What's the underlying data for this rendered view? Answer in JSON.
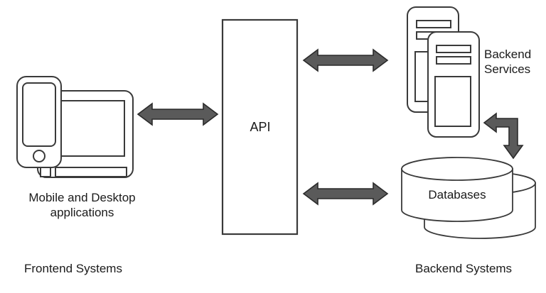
{
  "diagram": {
    "title": "API Architecture Diagram",
    "background_color": "#ffffff",
    "stroke_color": "#3a3a3a",
    "arrow_fill": "#5a5a5a",
    "arrow_stroke": "#2b2b2b",
    "text_color": "#1a1a1a"
  },
  "frontend": {
    "caption": "Mobile and Desktop\napplications",
    "zone_label": "Frontend Systems",
    "icons": {
      "phone": "mobile-phone-icon",
      "desktop": "desktop-monitor-icon"
    }
  },
  "api": {
    "label": "API",
    "shape": "rectangle",
    "fill": "#ffffff"
  },
  "backend": {
    "services_label": "Backend\nServices",
    "zone_label": "Backend Systems",
    "database_label": "Databases",
    "icons": {
      "services": "server-stack-icon",
      "databases": "database-cylinder-icon"
    }
  },
  "connectors": [
    {
      "name": "frontend-to-api",
      "type": "double-headed-arrow",
      "orientation": "horizontal",
      "from": "Mobile and Desktop applications",
      "to": "API"
    },
    {
      "name": "api-to-backend-services",
      "type": "double-headed-arrow",
      "orientation": "horizontal",
      "from": "API",
      "to": "Backend Services"
    },
    {
      "name": "api-to-databases",
      "type": "double-headed-arrow",
      "orientation": "horizontal",
      "from": "API",
      "to": "Databases"
    },
    {
      "name": "services-to-databases",
      "type": "double-headed-elbow-arrow",
      "orientation": "elbow",
      "from": "Backend Services",
      "to": "Databases"
    }
  ]
}
